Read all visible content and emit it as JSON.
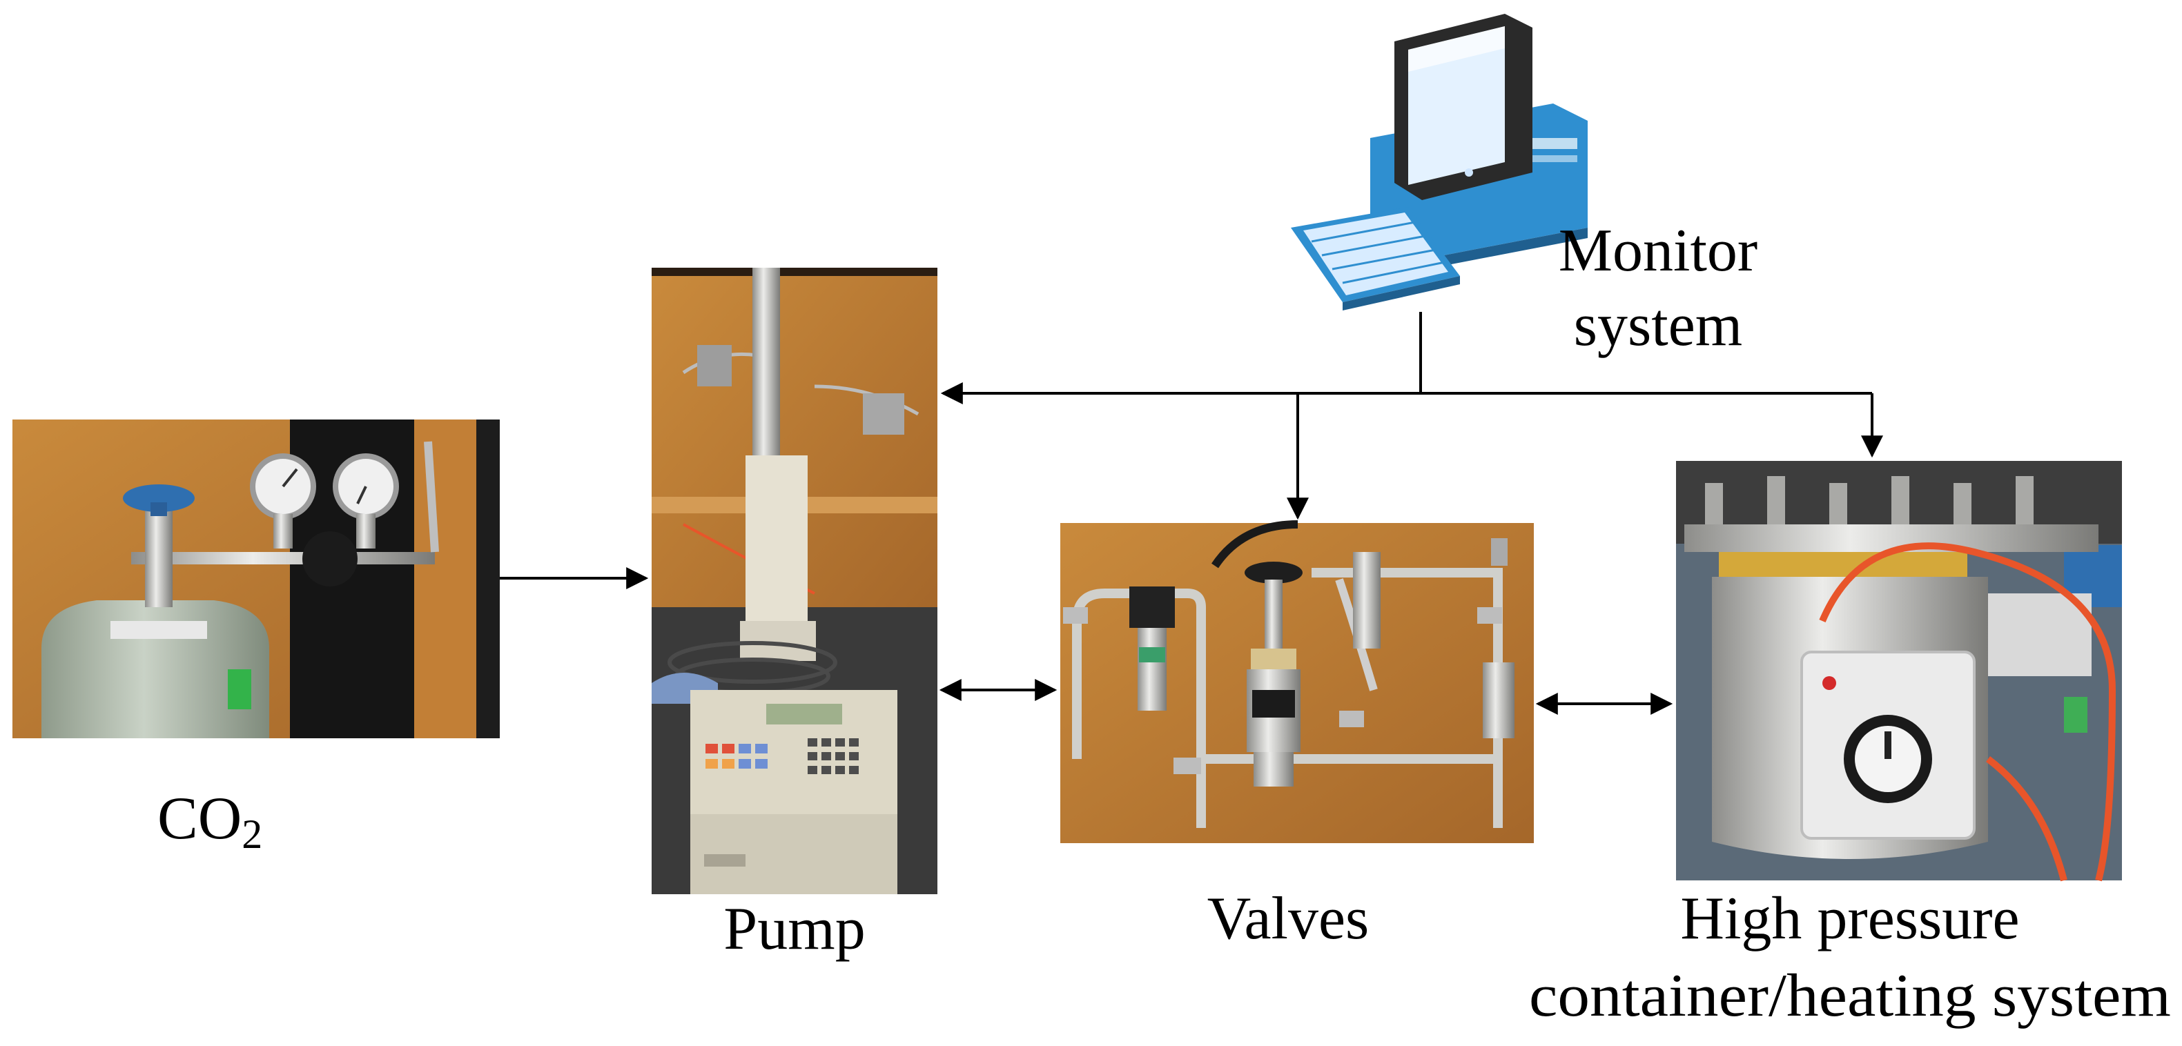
{
  "components": {
    "co2": {
      "text": "CO",
      "subscript": "2"
    },
    "pump": {
      "label": "Pump"
    },
    "valves": {
      "label": "Valves"
    },
    "monitor": {
      "line1": "Monitor",
      "line2": "system"
    },
    "container": {
      "line1": "High pressure",
      "line2": "container/heating system"
    }
  },
  "connections": [
    {
      "from": "co2",
      "to": "pump",
      "direction": "one-way"
    },
    {
      "from": "pump",
      "to": "valves",
      "direction": "two-way"
    },
    {
      "from": "valves",
      "to": "container",
      "direction": "two-way"
    },
    {
      "from": "monitor",
      "to": "pump",
      "direction": "one-way"
    },
    {
      "from": "monitor",
      "to": "valves",
      "direction": "one-way"
    },
    {
      "from": "monitor",
      "to": "container",
      "direction": "one-way"
    }
  ],
  "colors": {
    "wood": "#b8792f",
    "cylinder": "#a9b5a6",
    "valve_blue": "#2f6fb0",
    "stainless": "#c8c8c4",
    "pump_body": "#ddd8c6",
    "cable_orange": "#e8552a",
    "computer_blue": "#2f8fd0",
    "monitor_screen": "#e4f2ff"
  }
}
